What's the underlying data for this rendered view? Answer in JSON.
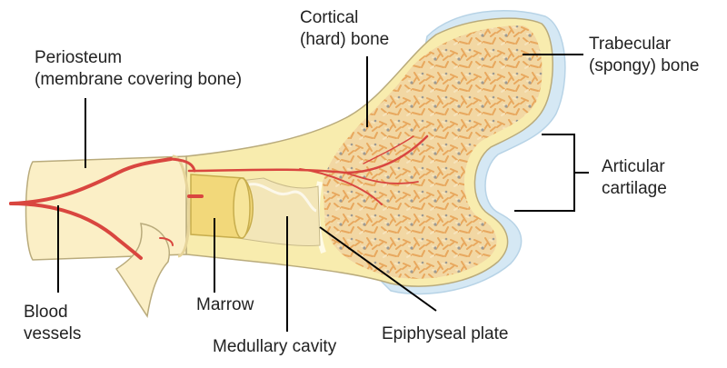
{
  "labels": {
    "periosteum": [
      "Periosteum",
      "(membrane covering bone)"
    ],
    "cortical": [
      "Cortical",
      "(hard) bone"
    ],
    "trabecular": [
      "Trabecular",
      "(spongy) bone"
    ],
    "articular": [
      "Articular",
      "cartilage"
    ],
    "blood_vessels": [
      "Blood",
      "vessels"
    ],
    "marrow": [
      "Marrow"
    ],
    "medullary": [
      "Medullary cavity"
    ],
    "epiphyseal": [
      "Epiphyseal plate"
    ]
  },
  "colors": {
    "periosteum": "#fbefc6",
    "cortical": "#f8ecae",
    "trabecular_base": "#f2d7a3",
    "trabecular_fleck": "#e8a85e",
    "pores": "#9c9a93",
    "cartilage": "#d5e8f4",
    "marrow": "#f2d87a",
    "vessel": "#d9463f",
    "outline": "#b9ab7c"
  }
}
